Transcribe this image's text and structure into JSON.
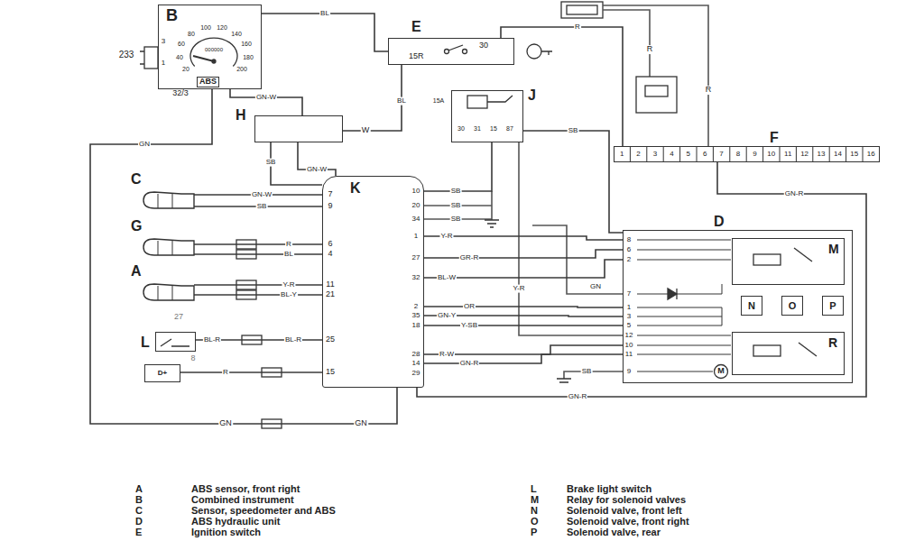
{
  "diagram": {
    "nodes": [
      {
        "text": [
          "B",
          "ABS"
        ]
      },
      {
        "text": [
          "E",
          "30",
          "15R"
        ]
      },
      {
        "text": [
          "J",
          "30",
          "31",
          "15",
          "87"
        ]
      },
      {
        "text": [
          "H"
        ]
      },
      {
        "text": [
          "F"
        ]
      },
      {
        "text": [
          "K"
        ]
      },
      {
        "text": [
          "D"
        ]
      },
      {
        "text": [
          "M"
        ],
        "in": 6
      },
      {
        "text": [
          "N"
        ],
        "in": 6
      },
      {
        "text": [
          "O"
        ],
        "in": 6
      },
      {
        "text": [
          "P"
        ],
        "in": 6
      },
      {
        "text": [
          "R"
        ],
        "in": 6
      },
      {
        "text": [
          "M"
        ],
        "in": 6
      },
      {
        "text": [
          "C"
        ]
      },
      {
        "text": [
          "G"
        ]
      },
      {
        "text": [
          "A"
        ]
      },
      {
        "text": [
          "L"
        ]
      },
      {
        "text": [
          "D+"
        ]
      }
    ],
    "edges": [
      {
        "from": 0,
        "to": 1,
        "arrow": "none",
        "label": "BL"
      },
      {
        "from": 1,
        "to": 3,
        "arrow": "none",
        "label": "BL"
      },
      {
        "from": 0,
        "to": 3,
        "arrow": "none",
        "label": "GN-W"
      },
      {
        "from": 1,
        "to": 4,
        "arrow": "none",
        "label": "R"
      },
      {
        "from": 2,
        "to": 5,
        "arrow": "none",
        "label": "SB"
      },
      {
        "from": 2,
        "to": 6,
        "arrow": "none",
        "label": "SB"
      },
      {
        "from": 3,
        "to": 5,
        "arrow": "none",
        "label": "SB"
      },
      {
        "from": 3,
        "to": 5,
        "arrow": "none",
        "label": "GN-W"
      },
      {
        "from": 13,
        "to": 5,
        "arrow": "none",
        "label": "GN-W"
      },
      {
        "from": 13,
        "to": 5,
        "arrow": "none",
        "label": "SB"
      },
      {
        "from": 14,
        "to": 5,
        "arrow": "none",
        "label": "R"
      },
      {
        "from": 14,
        "to": 5,
        "arrow": "none",
        "label": "BL"
      },
      {
        "from": 15,
        "to": 5,
        "arrow": "none",
        "label": "Y-R"
      },
      {
        "from": 15,
        "to": 5,
        "arrow": "none",
        "label": "BL-Y"
      },
      {
        "from": 16,
        "to": 5,
        "arrow": "none",
        "label": "BL-R"
      },
      {
        "from": 17,
        "to": 5,
        "arrow": "none",
        "label": "R"
      },
      {
        "from": 5,
        "to": 6,
        "arrow": "none",
        "label": "Y-R"
      },
      {
        "from": 5,
        "to": 6,
        "arrow": "none",
        "label": "GR-R"
      },
      {
        "from": 5,
        "to": 6,
        "arrow": "none",
        "label": "BL-W"
      },
      {
        "from": 5,
        "to": 6,
        "arrow": "none",
        "label": "OR"
      },
      {
        "from": 5,
        "to": 6,
        "arrow": "none",
        "label": "GN-Y"
      },
      {
        "from": 5,
        "to": 6,
        "arrow": "none",
        "label": "Y-SB"
      },
      {
        "from": 5,
        "to": 6,
        "arrow": "none",
        "label": "R-W"
      },
      {
        "from": 5,
        "to": 6,
        "arrow": "none",
        "label": "GN-R"
      },
      {
        "from": 5,
        "to": 0,
        "arrow": "none",
        "label": "GN"
      },
      {
        "from": 4,
        "to": 5,
        "arrow": "none",
        "label": "GN-R"
      }
    ],
    "labels": [
      "233",
      "3",
      "1",
      "32/3",
      "20",
      "40",
      "60",
      "80",
      "100",
      "120",
      "140",
      "160",
      "180",
      "200",
      "000000",
      "15A",
      "R",
      "R",
      "W",
      "SB",
      "SB",
      "GN-R",
      "Y-R",
      "GN",
      "BL-R",
      "27",
      "8",
      "GN",
      "GN",
      "SB",
      "1",
      "2",
      "3",
      "4",
      "5",
      "6",
      "7",
      "8",
      "9",
      "10",
      "11",
      "12",
      "13",
      "14",
      "15",
      "16",
      "7",
      "9",
      "6",
      "4",
      "11",
      "21",
      "25",
      "15",
      "10",
      "20",
      "34",
      "1",
      "27",
      "32",
      "2",
      "35",
      "18",
      "28",
      "14",
      "29",
      "8",
      "6",
      "2",
      "7",
      "1",
      "3",
      "5",
      "12",
      "10",
      "11",
      "9",
      "A",
      "ABS sensor, front right",
      "B",
      "Combined instrument",
      "C",
      "Sensor, speedometer and ABS",
      "D",
      "ABS hydraulic unit",
      "E",
      "Ignition switch",
      "L",
      "Brake light switch",
      "M",
      "Relay for solenoid valves",
      "N",
      "Solenoid valve, front left",
      "O",
      "Solenoid valve, front right",
      "P",
      "Solenoid valve, rear"
    ]
  }
}
